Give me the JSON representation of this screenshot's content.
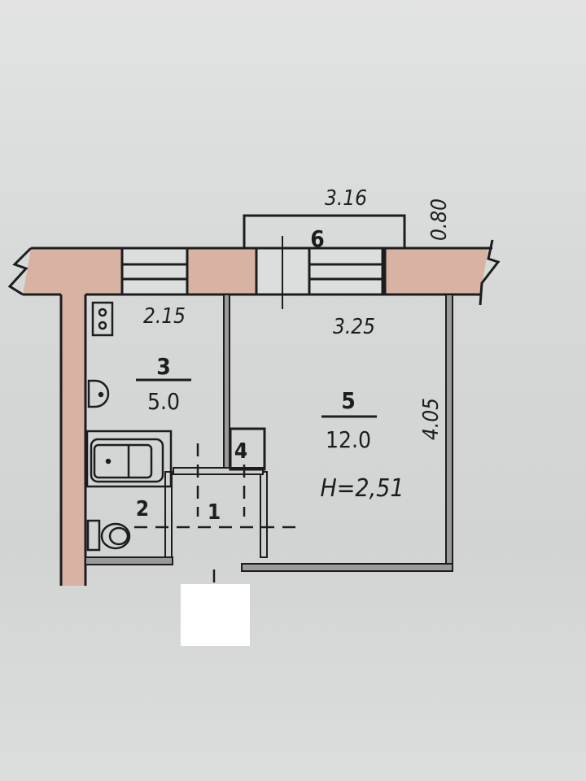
{
  "plan": {
    "balcony_width": "3.16",
    "balcony_depth": "0.80",
    "balcony_number": "6",
    "kitchen_width": "2.15",
    "room_width": "3.25",
    "room_length": "4.05",
    "ceiling_height": "H=2,51",
    "rooms": [
      {
        "number": "1"
      },
      {
        "number": "2"
      },
      {
        "number": "3",
        "area": "5.0"
      },
      {
        "number": "4"
      },
      {
        "number": "5",
        "area": "12.0"
      }
    ]
  },
  "colors": {
    "wall_fill": "#d8b3a3",
    "ink": "#1d1d1d",
    "paper": "#d8dada"
  }
}
